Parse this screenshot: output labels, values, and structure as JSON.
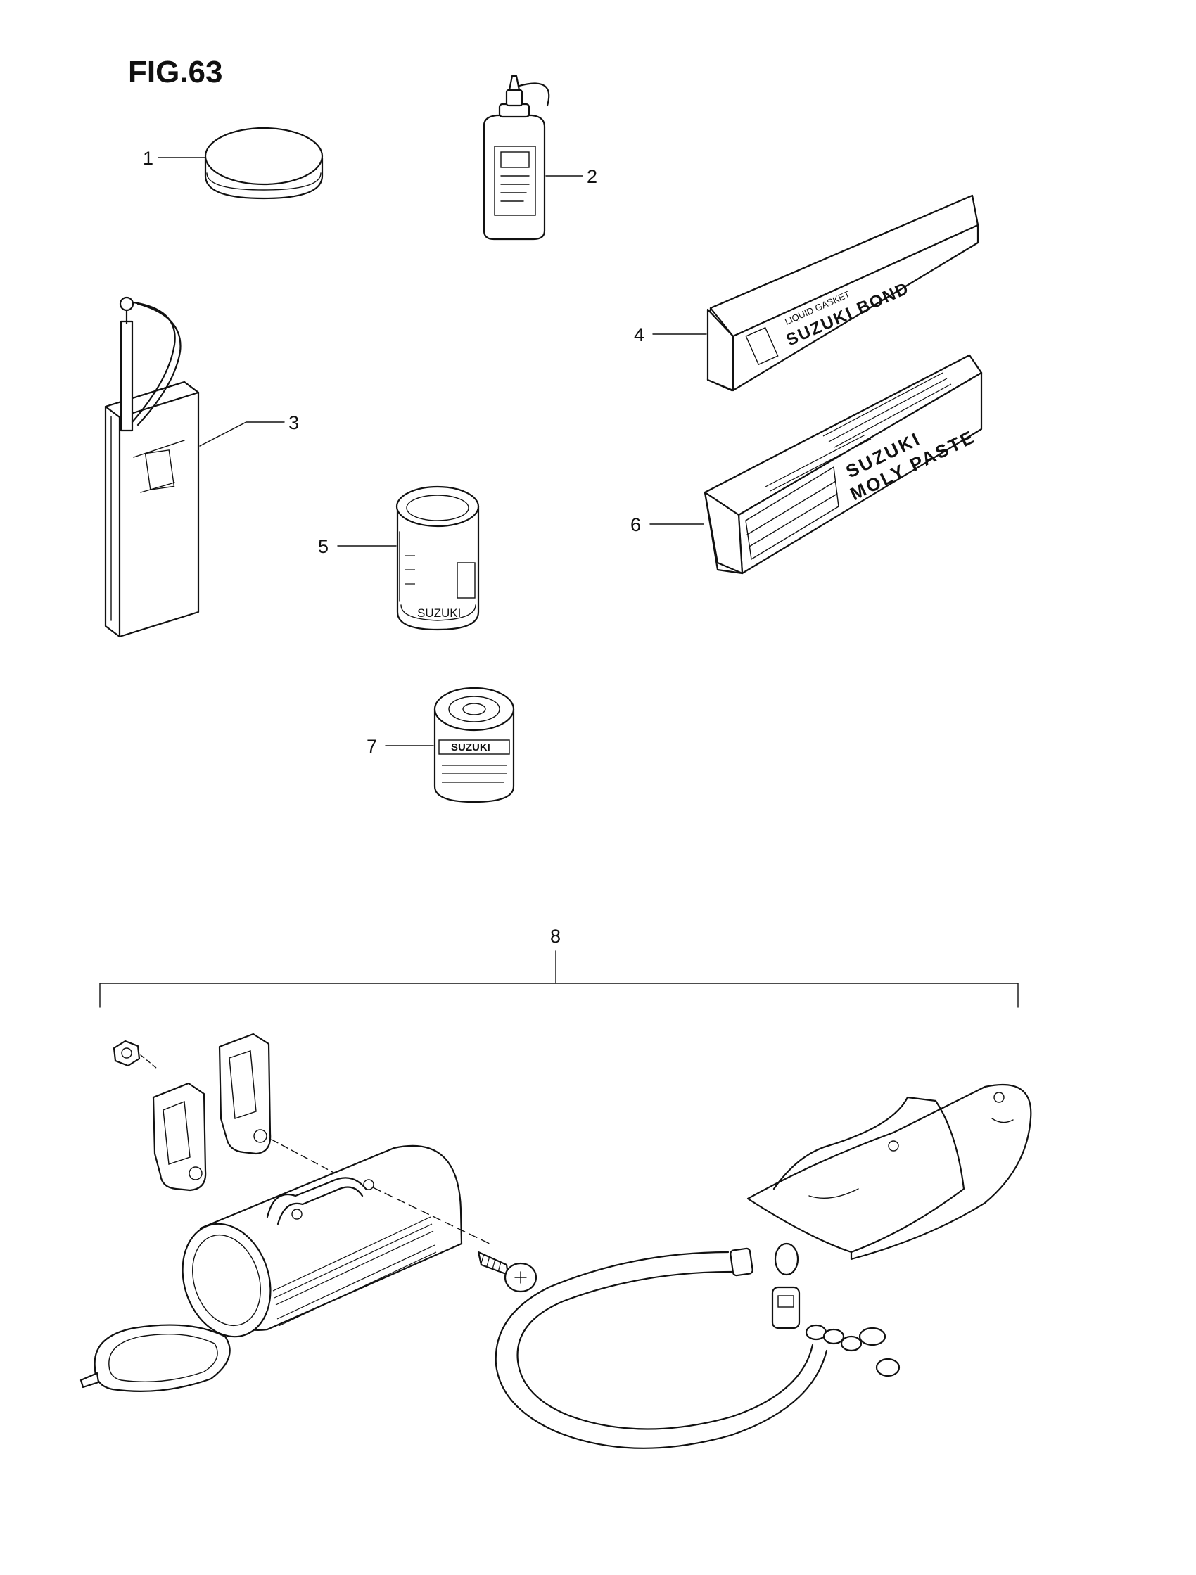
{
  "figure": {
    "title": "FIG.63"
  },
  "callouts": {
    "part1": "1",
    "part2": "2",
    "part3": "3",
    "part4": "4",
    "part5": "5",
    "part6": "6",
    "part7": "7",
    "part8": "8"
  },
  "product_labels": {
    "bond_box_sub": "LIQUID GASKET",
    "bond_box_brand": "SUZUKI BOND",
    "paste_box_brand": "SUZUKI",
    "paste_box_name": "MOLY PASTE",
    "can5_label": "SUZUKI",
    "can7_label": "SUZUKI"
  }
}
